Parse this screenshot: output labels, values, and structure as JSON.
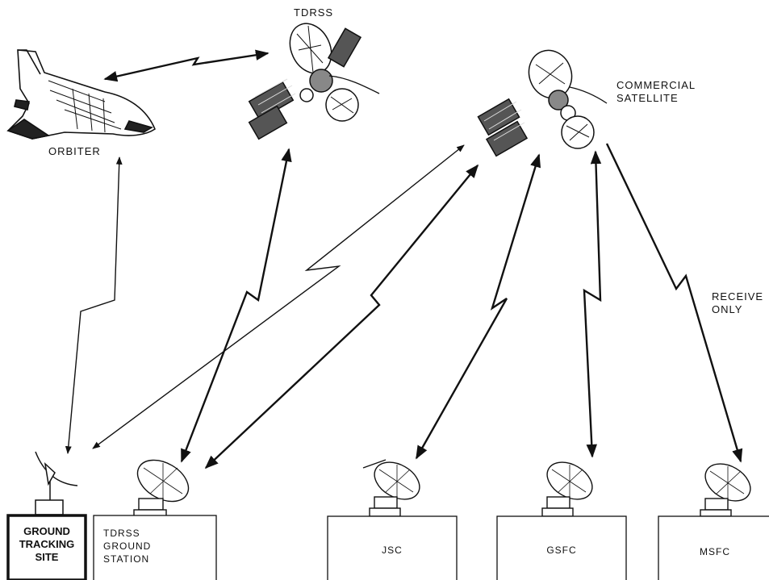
{
  "labels": {
    "tdrss": "TDRSS",
    "orbiter": "ORBITER",
    "commercial_satellite": "COMMERCIAL\nSATELLITE",
    "receive_only": "RECEIVE\nONLY"
  },
  "stations": {
    "ground_tracking_site": "GROUND\nTRACKING\nSITE",
    "tdrss_ground_station": "TDRSS\nGROUND\nSTATION",
    "jsc": "JSC",
    "gsfc": "GSFC",
    "msfc": "MSFC"
  }
}
